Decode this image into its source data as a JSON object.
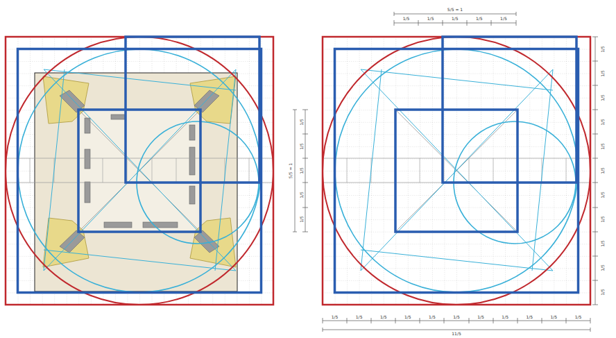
{
  "diagram": {
    "labels": [
      "5/5 = 1",
      "1/5",
      "1/5",
      "1/5",
      "1/5",
      "1/5",
      "1/5",
      "1/5",
      "1/5",
      "1/5",
      "1/5",
      "5/5 = 1",
      "1/5",
      "1/5",
      "1/5",
      "1/5",
      "1/5",
      "1/5",
      "1/5",
      "1/5",
      "1/5",
      "1/5",
      "1/5",
      "1/5",
      "1/5",
      "1/5",
      "1/5",
      "1/5",
      "1/5",
      "1/5",
      "1/5",
      "1/5",
      "1/5",
      "1/5",
      "11/5"
    ]
  }
}
